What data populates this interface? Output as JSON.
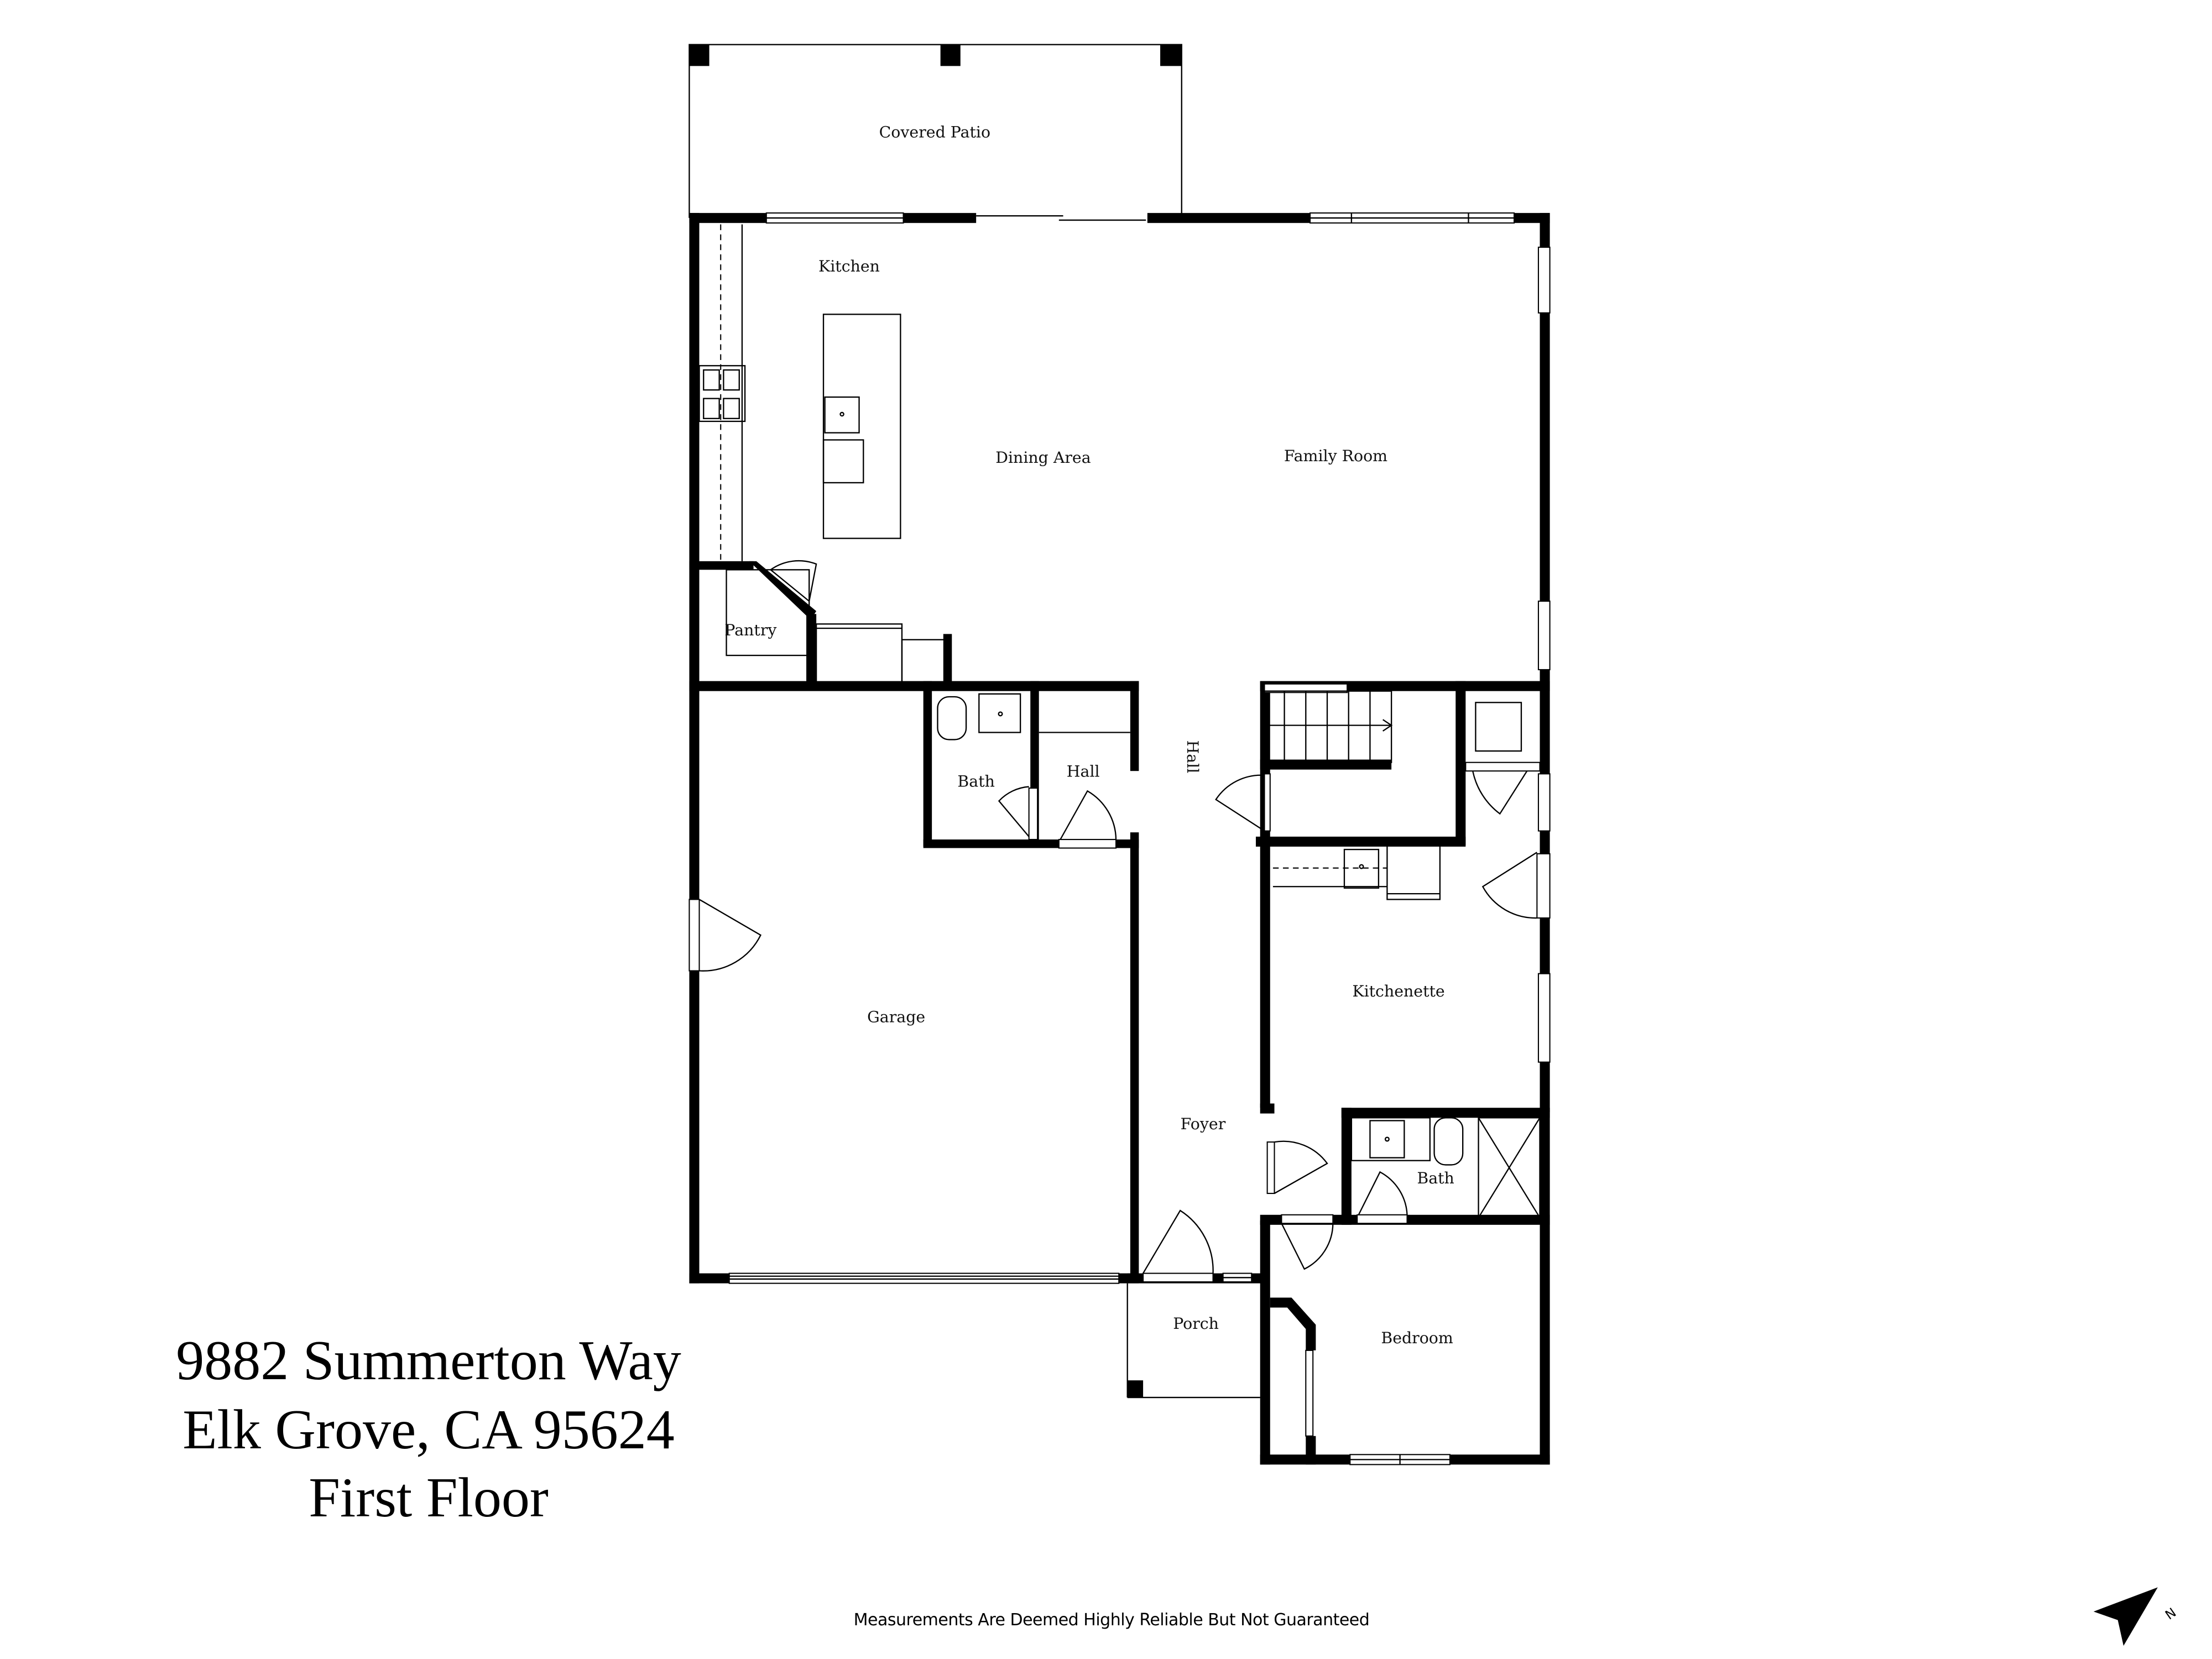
{
  "property": {
    "address_line1": "9882 Summerton Way",
    "address_line2": "Elk Grove, CA  95624",
    "floor": "First Floor"
  },
  "disclaimer": "Measurements Are Deemed Highly Reliable But Not Guaranteed",
  "compass": {
    "icon": "north-arrow-icon",
    "label": "N"
  },
  "rooms": {
    "covered_patio": "Covered Patio",
    "kitchen": "Kitchen",
    "dining_area": "Dining Area",
    "family_room": "Family Room",
    "pantry": "Pantry",
    "bath_1": "Bath",
    "hall_1": "Hall",
    "hall_2": "Hall",
    "garage": "Garage",
    "kitchenette": "Kitchenette",
    "foyer": "Foyer",
    "bath_2": "Bath",
    "porch": "Porch",
    "bedroom": "Bedroom"
  },
  "colors": {
    "wall": "#000000",
    "background": "#ffffff",
    "text": "#111111"
  }
}
